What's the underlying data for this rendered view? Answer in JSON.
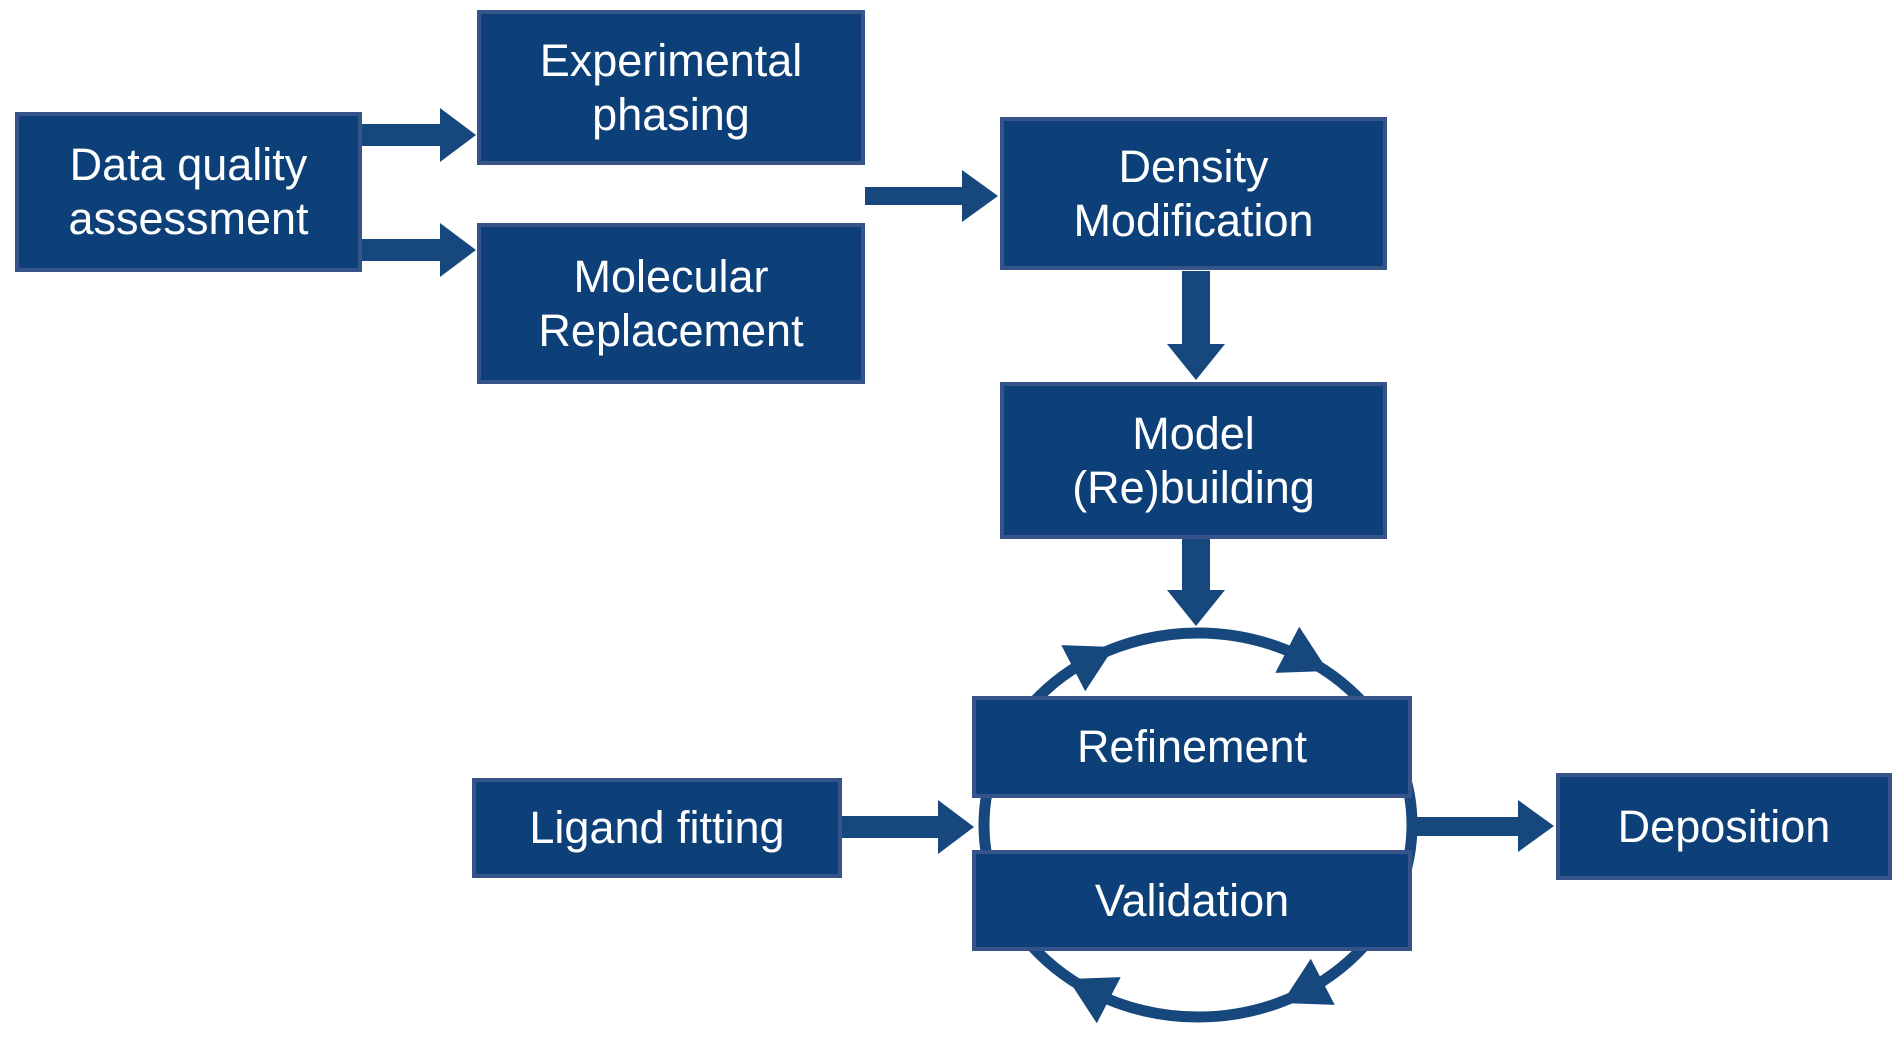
{
  "diagram": {
    "nodes": {
      "data_quality_assessment": {
        "label": "Data quality\nassessment"
      },
      "experimental_phasing": {
        "label": "Experimental\nphasing"
      },
      "molecular_replacement": {
        "label": "Molecular\nReplacement"
      },
      "density_modification": {
        "label": "Density\nModification"
      },
      "model_rebuilding": {
        "label": "Model\n(Re)building"
      },
      "refinement": {
        "label": "Refinement"
      },
      "validation": {
        "label": "Validation"
      },
      "ligand_fitting": {
        "label": "Ligand fitting"
      },
      "deposition": {
        "label": "Deposition"
      }
    },
    "edges": [
      {
        "from": "data_quality_assessment",
        "to": "experimental_phasing"
      },
      {
        "from": "data_quality_assessment",
        "to": "molecular_replacement"
      },
      {
        "from": "experimental_phasing / molecular_replacement",
        "to": "density_modification"
      },
      {
        "from": "density_modification",
        "to": "model_rebuilding"
      },
      {
        "from": "model_rebuilding",
        "to": "refinement_validation_cycle"
      },
      {
        "from": "ligand_fitting",
        "to": "refinement_validation_cycle"
      },
      {
        "from": "refinement_validation_cycle",
        "to": "deposition"
      },
      {
        "type": "cycle",
        "between": [
          "refinement",
          "validation"
        ],
        "direction": "clockwise"
      }
    ],
    "colors": {
      "background": "#FFFFFF",
      "node_fill": "#0D4078",
      "node_border": "#365489",
      "arrow": "#16487E",
      "text": "#FFFFFF"
    }
  }
}
